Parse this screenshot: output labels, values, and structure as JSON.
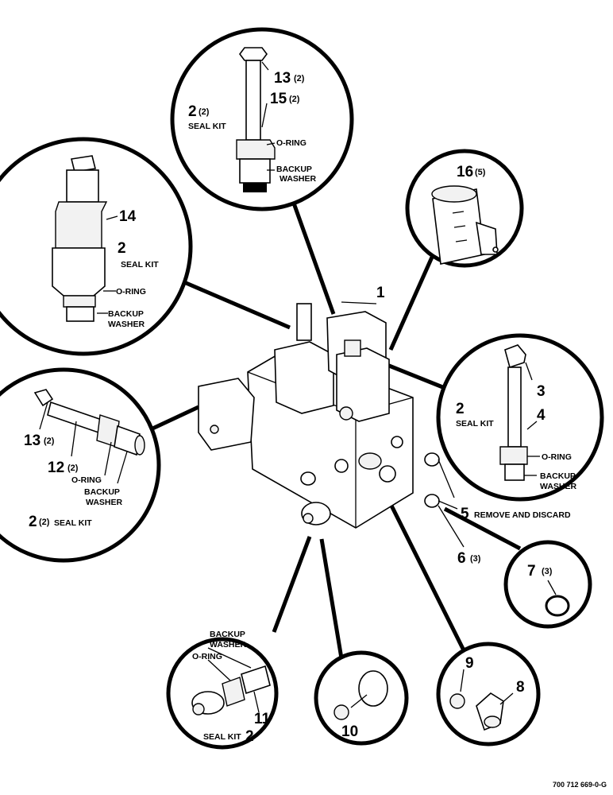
{
  "labels": {
    "c1_13": "13",
    "c1_13_qty": "(2)",
    "c1_15": "15",
    "c1_15_qty": "(2)",
    "c1_2": "2",
    "c1_2_qty": "(2)",
    "c1_sealkit": "SEAL KIT",
    "c1_oring": "O-RING",
    "c1_backup": "BACKUP",
    "c1_washer": "WASHER",
    "c2_14": "14",
    "c2_2": "2",
    "c2_sealkit": "SEAL KIT",
    "c2_oring": "O-RING",
    "c2_backup": "BACKUP",
    "c2_washer": "WASHER",
    "c3_16": "16",
    "c3_16_qty": "(5)",
    "c4_3": "3",
    "c4_4": "4",
    "c4_2": "2",
    "c4_sealkit": "SEAL KIT",
    "c4_oring": "O-RING",
    "c4_backup": "BACKUP",
    "c4_washer": "WASHER",
    "c5_13": "13",
    "c5_13_qty": "(2)",
    "c5_12": "12",
    "c5_12_qty": "(2)",
    "c5_oring": "O-RING",
    "c5_backup": "BACKUP",
    "c5_washer": "WASHER",
    "c5_2": "2",
    "c5_2_qty": "(2)",
    "c5_sealkit": "SEAL KIT",
    "main_1": "1",
    "main_5": "5",
    "main_remove": "REMOVE AND DISCARD",
    "main_6": "6",
    "main_6_qty": "(3)",
    "c6_7": "7",
    "c6_7_qty": "(3)",
    "c7_backup": "BACKUP",
    "c7_washer": "WASHER",
    "c7_oring": "O-RING",
    "c7_11": "11",
    "c7_sealkit": "SEAL KIT",
    "c7_2": "2",
    "c8_10": "10",
    "c9_9": "9",
    "c9_8": "8",
    "doc_number": "700 712 669-0-G"
  }
}
